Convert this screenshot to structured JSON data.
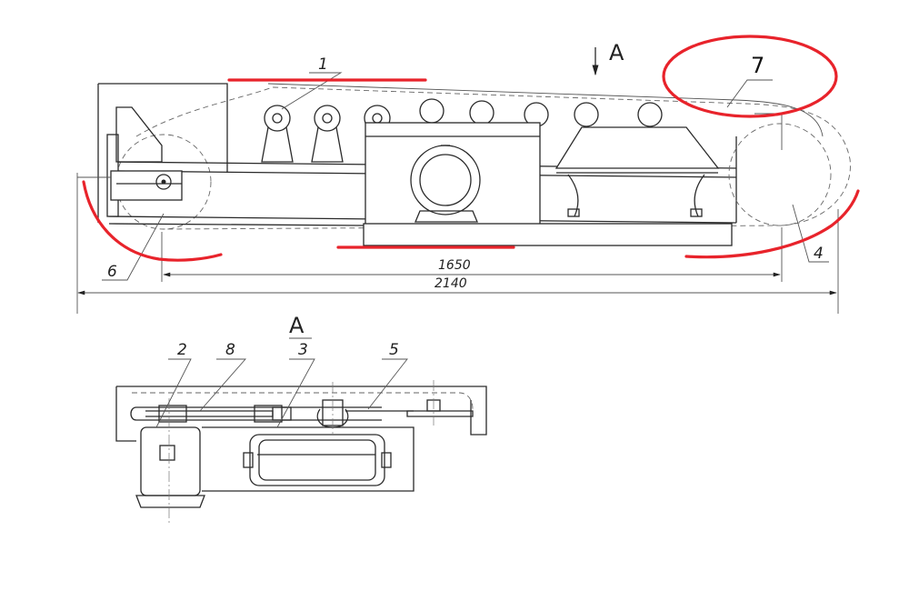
{
  "view_marker": "A",
  "section_title": "A",
  "dimensions": {
    "inner": "1650",
    "overall": "2140"
  },
  "callouts": [
    "1",
    "2",
    "3",
    "4",
    "5",
    "6",
    "7",
    "8"
  ],
  "annotation_color": "#e8232b"
}
